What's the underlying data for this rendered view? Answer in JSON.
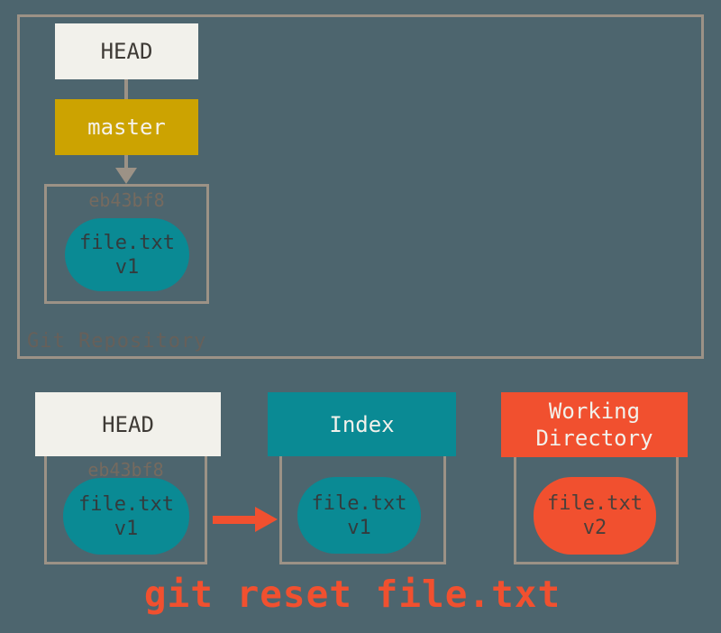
{
  "colors": {
    "background": "#4D656E",
    "border_taupe": "#9C9286",
    "offwhite": "#F2F1EB",
    "gold": "#CCA301",
    "teal": "#0A8A94",
    "red_orange": "#F1502F",
    "dark_text": "#3E3A35",
    "hash_text": "#756A5F",
    "repo_label_text": "#66605A"
  },
  "repo": {
    "label": "Git Repository",
    "head": "HEAD",
    "branch": "master",
    "commit_hash": "eb43bf8",
    "commit_file": "file.txt",
    "commit_version": "v1"
  },
  "bottom": {
    "head": {
      "title": "HEAD",
      "hash": "eb43bf8",
      "file": "file.txt",
      "version": "v1"
    },
    "index": {
      "title": "Index",
      "file": "file.txt",
      "version": "v1"
    },
    "working_directory": {
      "title": "Working Directory",
      "file": "file.txt",
      "version": "v2"
    }
  },
  "caption": "git reset file.txt"
}
